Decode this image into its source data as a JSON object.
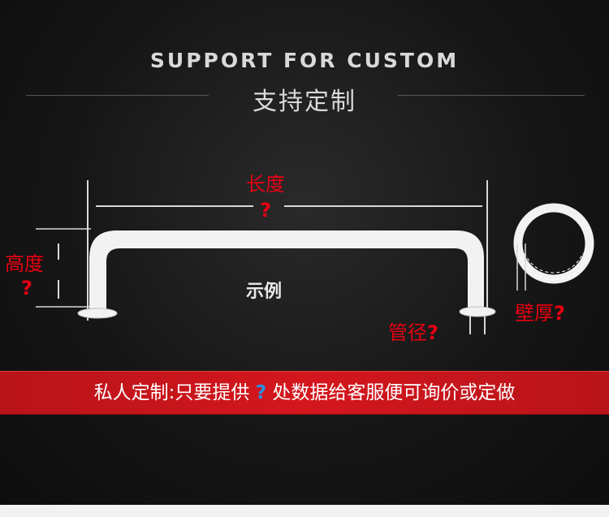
{
  "header": {
    "title_en": "SUPPORT FOR CUSTOM",
    "title_cn": "支持定制"
  },
  "diagram": {
    "length_label": "长度",
    "height_label": "高度",
    "pipe_diameter_label": "管径",
    "wall_thickness_label": "壁厚",
    "example_label": "示例",
    "question_mark": "?"
  },
  "banner": {
    "text_before": "私人定制:只要提供",
    "question_mark": "?",
    "text_after": "处数据给客服便可询价或定做"
  },
  "colors": {
    "accent_red": "#e60012",
    "banner_red": "#c8161d",
    "question_blue": "#2b8de3",
    "background": "#161616"
  }
}
